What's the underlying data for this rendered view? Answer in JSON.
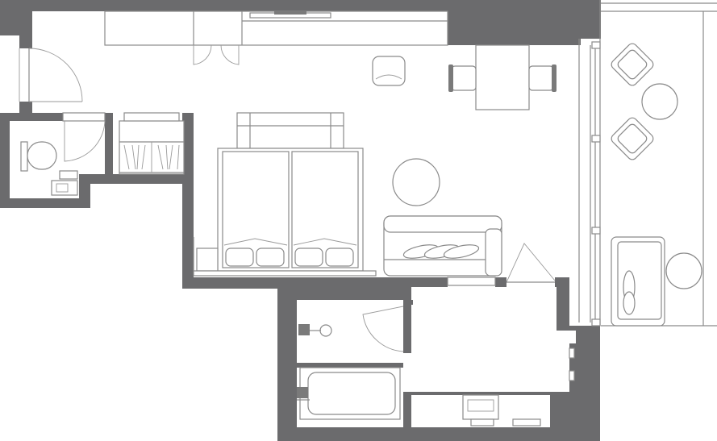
{
  "plan": {
    "colors": {
      "wall": "#6b6b6d",
      "line": "#8a8a8a",
      "background": "#ffffff"
    },
    "rooms": [
      "entrance",
      "toilet",
      "closet",
      "bedroom",
      "bathroom",
      "washroom",
      "balcony"
    ],
    "furniture": [
      "twin-bed",
      "twin-bed",
      "sofa",
      "round-table",
      "dining-table",
      "chair",
      "armchair",
      "tv-unit",
      "bathtub",
      "toilet-bowl",
      "wash-basin",
      "lounge-chair",
      "daybed",
      "side-table"
    ]
  }
}
